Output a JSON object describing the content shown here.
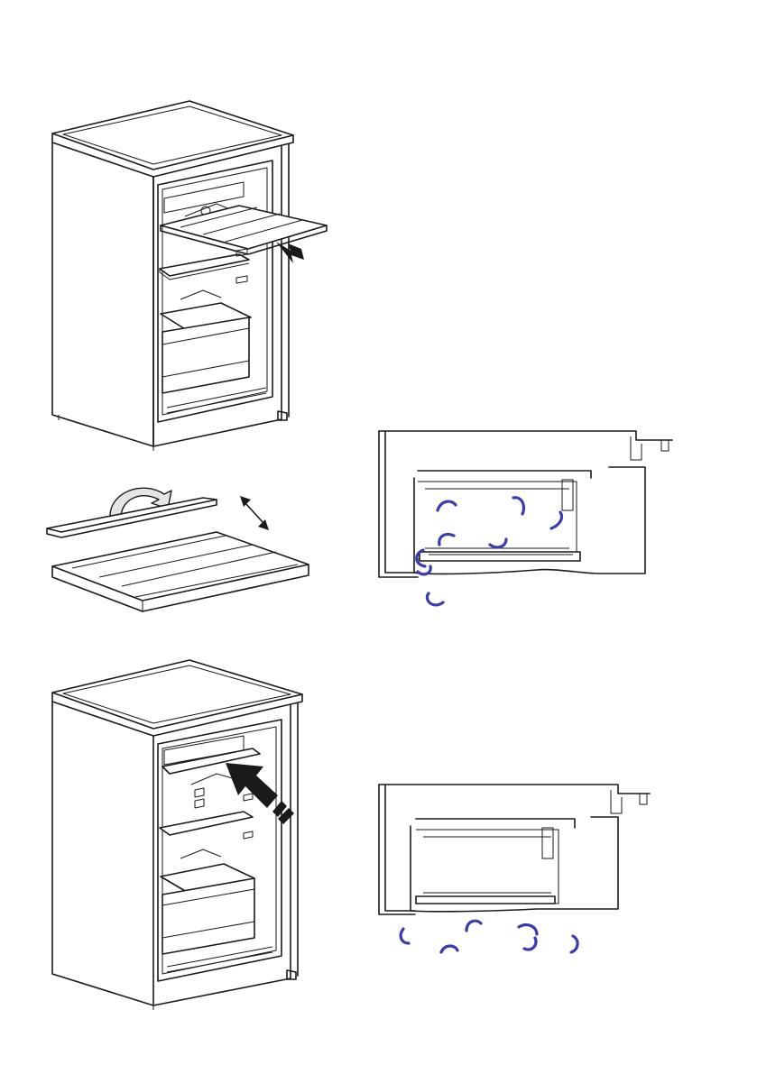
{
  "figures": {
    "fridge_shelf_removal": "fridge-with-shelf-being-pulled-out",
    "shelf_profile_flip": "shelf-and-edge-profile-rotation",
    "fridge_shelf_insertion": "fridge-with-shelf-being-inserted",
    "airflow_before": "side-section-airflow-with-shelf-at-back",
    "airflow_after": "side-section-airflow-with-shelf-moved"
  },
  "colors": {
    "line": "#1a1a1a",
    "airflow_arrow": "#3b3bb0",
    "motion_arrow": "#1a1a1a",
    "rotate_arrow_fill": "#e6e6e6"
  },
  "icons": [
    "pull-out-arrow-icon",
    "rotate-arrow-icon",
    "double-arrow-icon",
    "push-in-arrow-icon",
    "airflow-arrow-icon"
  ]
}
